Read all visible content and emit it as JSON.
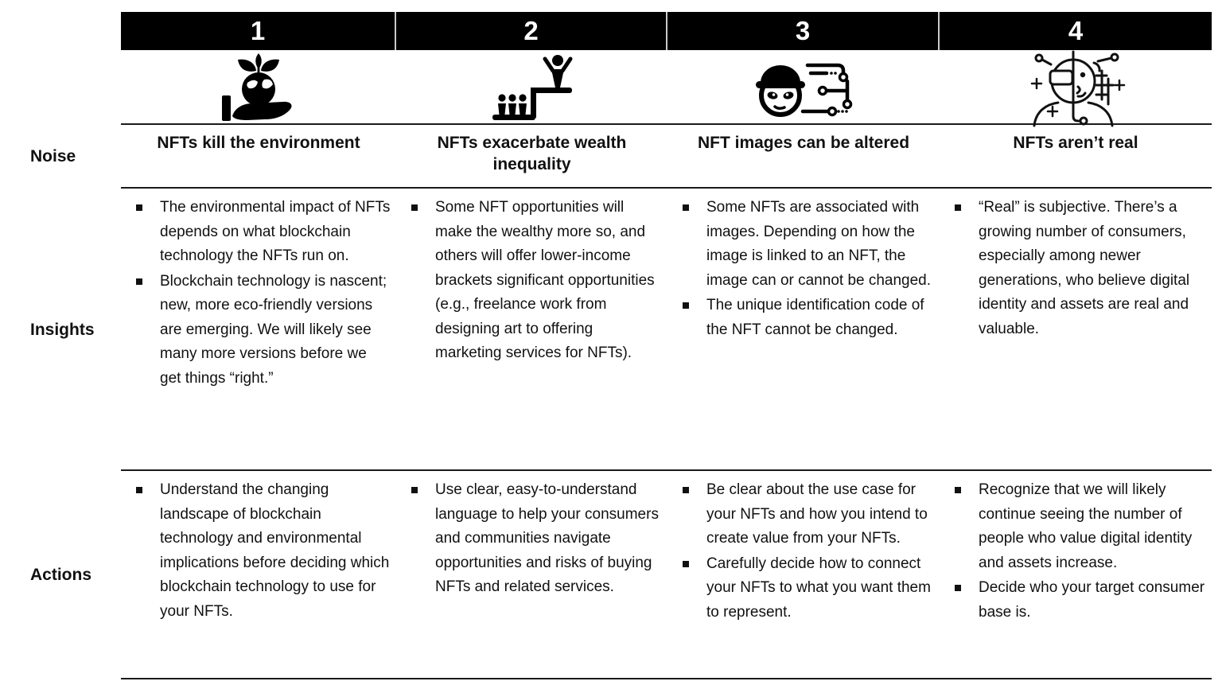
{
  "colors": {
    "header_bg": "#000000",
    "header_text": "#ffffff",
    "body_text": "#111111",
    "rule": "#1a1a1a"
  },
  "row_labels": {
    "noise": "Noise",
    "insights": "Insights",
    "actions": "Actions"
  },
  "columns": [
    {
      "number": "1",
      "icon": "hand-holding-earth-sprout-icon",
      "noise": "NFTs kill the environment",
      "insights": [
        "The environmental impact of NFTs depends on what blockchain technology the NFTs run on.",
        "Blockchain technology is nascent; new, more eco-friendly versions are emerging. We will likely see many more versions before we get things “right.”"
      ],
      "actions": [
        "Understand the changing landscape of blockchain technology and environmental implications before deciding which blockchain technology to use for your NFTs."
      ]
    },
    {
      "number": "2",
      "icon": "people-inequality-step-icon",
      "noise": "NFTs exacerbate wealth inequality",
      "insights": [
        "Some NFT opportunities will make the wealthy more so, and others will offer lower-income brackets significant opportunities (e.g., freelance work from designing art to offering marketing services for NFTs)."
      ],
      "actions": [
        "Use clear, easy-to-understand language to help your consumers and communities navigate opportunities and risks of buying NFTs and related services."
      ]
    },
    {
      "number": "3",
      "icon": "hacker-circuit-icon",
      "noise": "NFT images can be altered",
      "insights": [
        "Some NFTs are associated with images. Depending on how the image is linked to an NFT, the image can or cannot be changed.",
        "The unique identification code of the NFT cannot be changed."
      ],
      "actions": [
        "Be clear about the use case for your NFTs and how you intend to create value from your NFTs.",
        "Carefully decide how to connect your NFTs to what you want them to represent."
      ]
    },
    {
      "number": "4",
      "icon": "digital-identity-face-icon",
      "noise": "NFTs aren’t real",
      "insights": [
        "“Real” is subjective. There’s a growing number of consumers, especially among newer generations, who believe digital identity and assets are real and valuable."
      ],
      "actions": [
        "Recognize that we will likely continue seeing the number of people who value digital identity and assets increase.",
        "Decide who your target consumer base is."
      ]
    }
  ]
}
